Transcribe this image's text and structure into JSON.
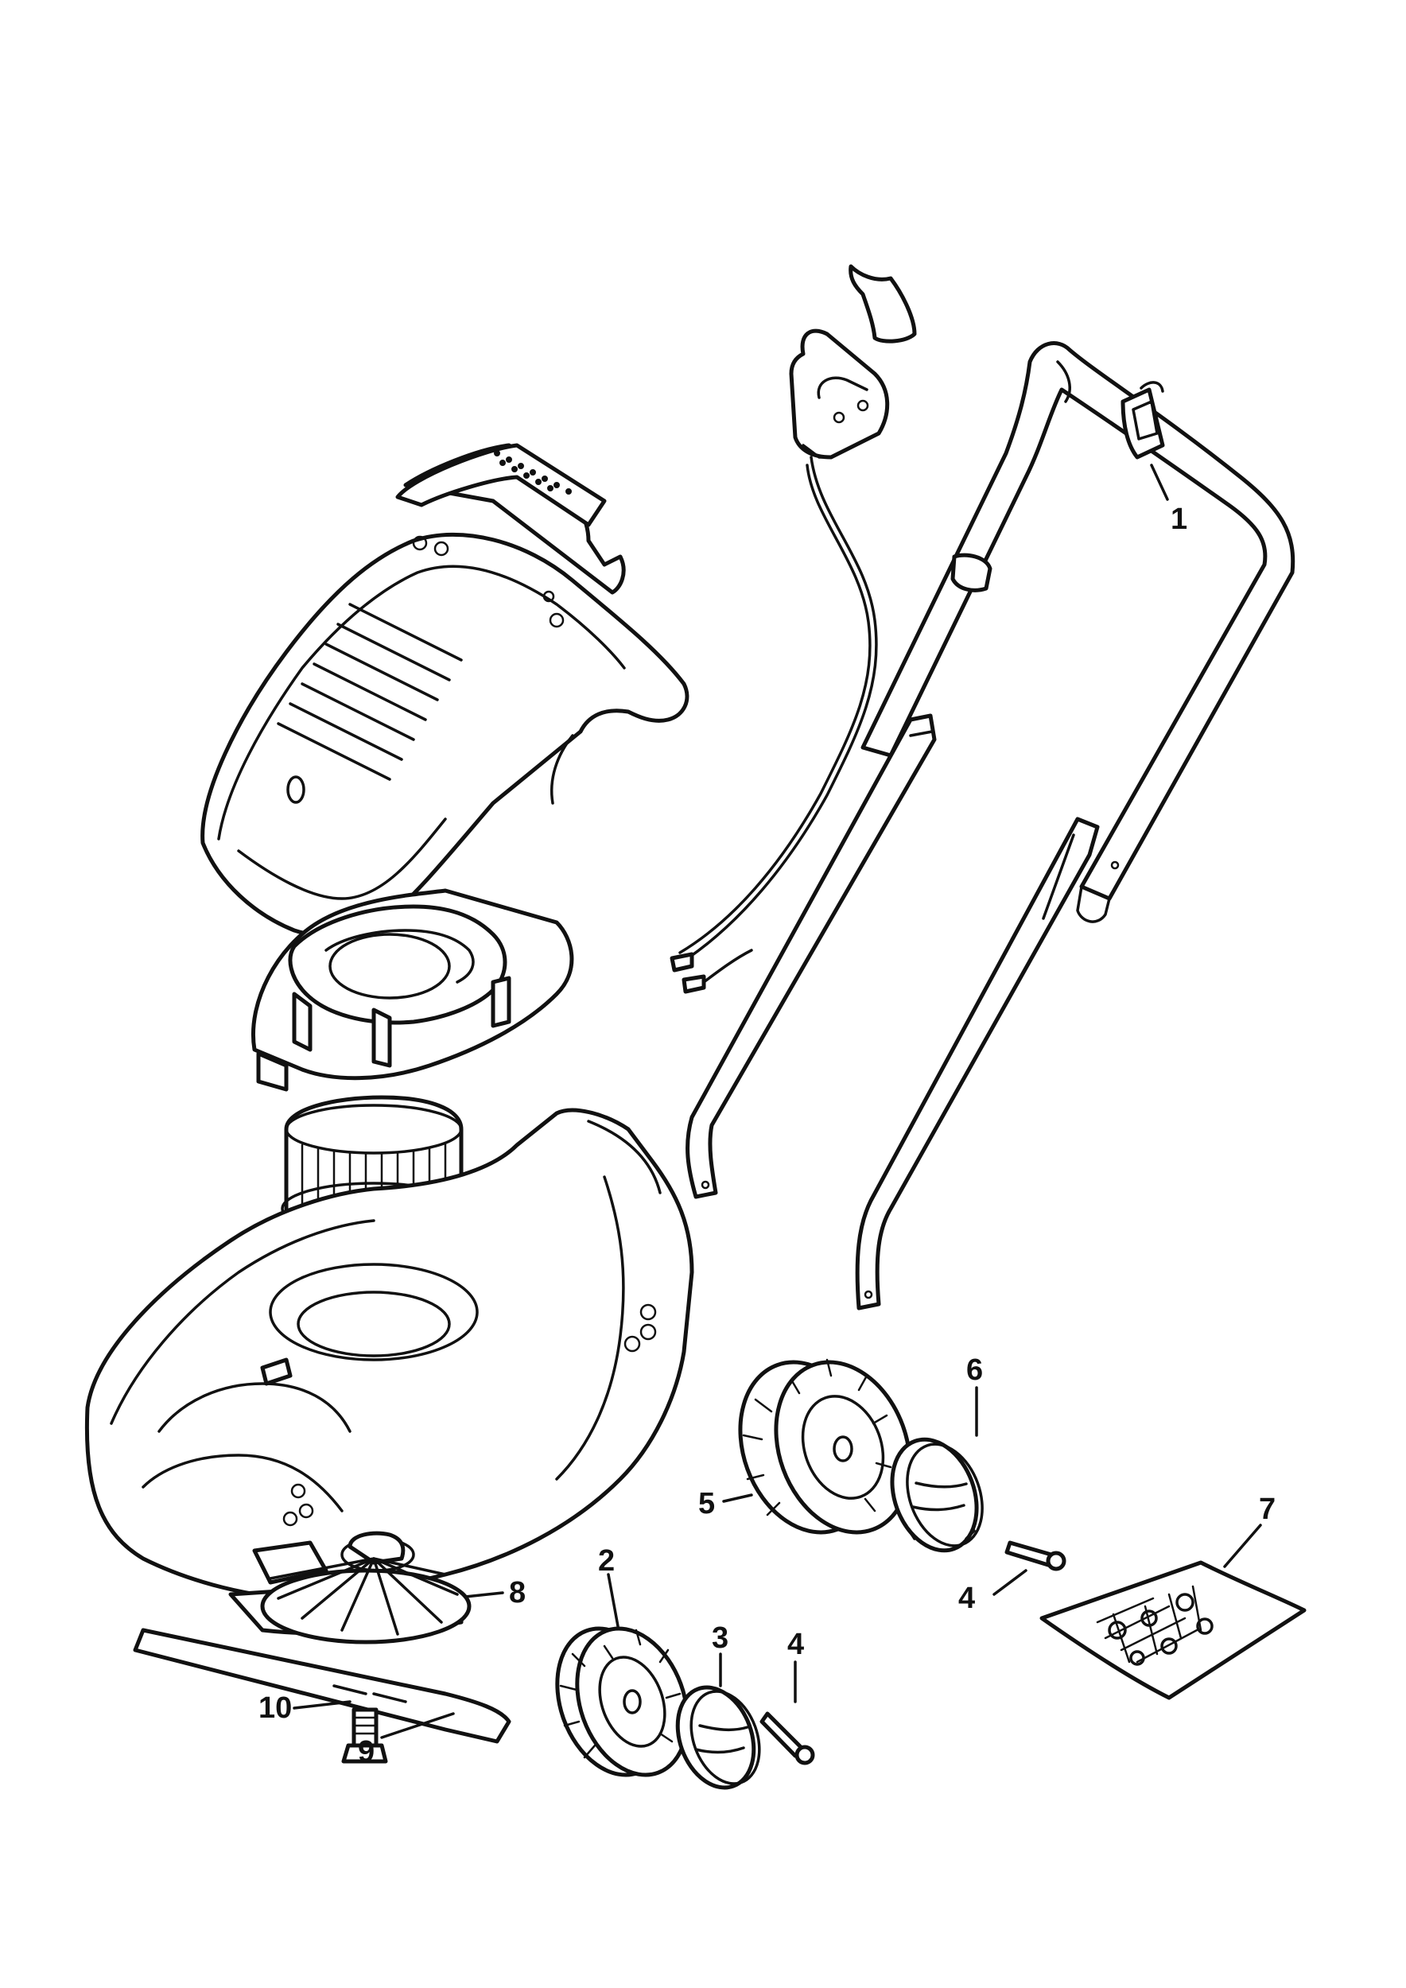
{
  "callouts": [
    {
      "id": "c1",
      "label": "1"
    },
    {
      "id": "c2",
      "label": "2"
    },
    {
      "id": "c3",
      "label": "3"
    },
    {
      "id": "c4a",
      "label": "4"
    },
    {
      "id": "c4b",
      "label": "4"
    },
    {
      "id": "c5",
      "label": "5"
    },
    {
      "id": "c6",
      "label": "6"
    },
    {
      "id": "c7",
      "label": "7"
    },
    {
      "id": "c8",
      "label": "8"
    },
    {
      "id": "c9",
      "label": "9"
    },
    {
      "id": "c10",
      "label": "10"
    }
  ]
}
